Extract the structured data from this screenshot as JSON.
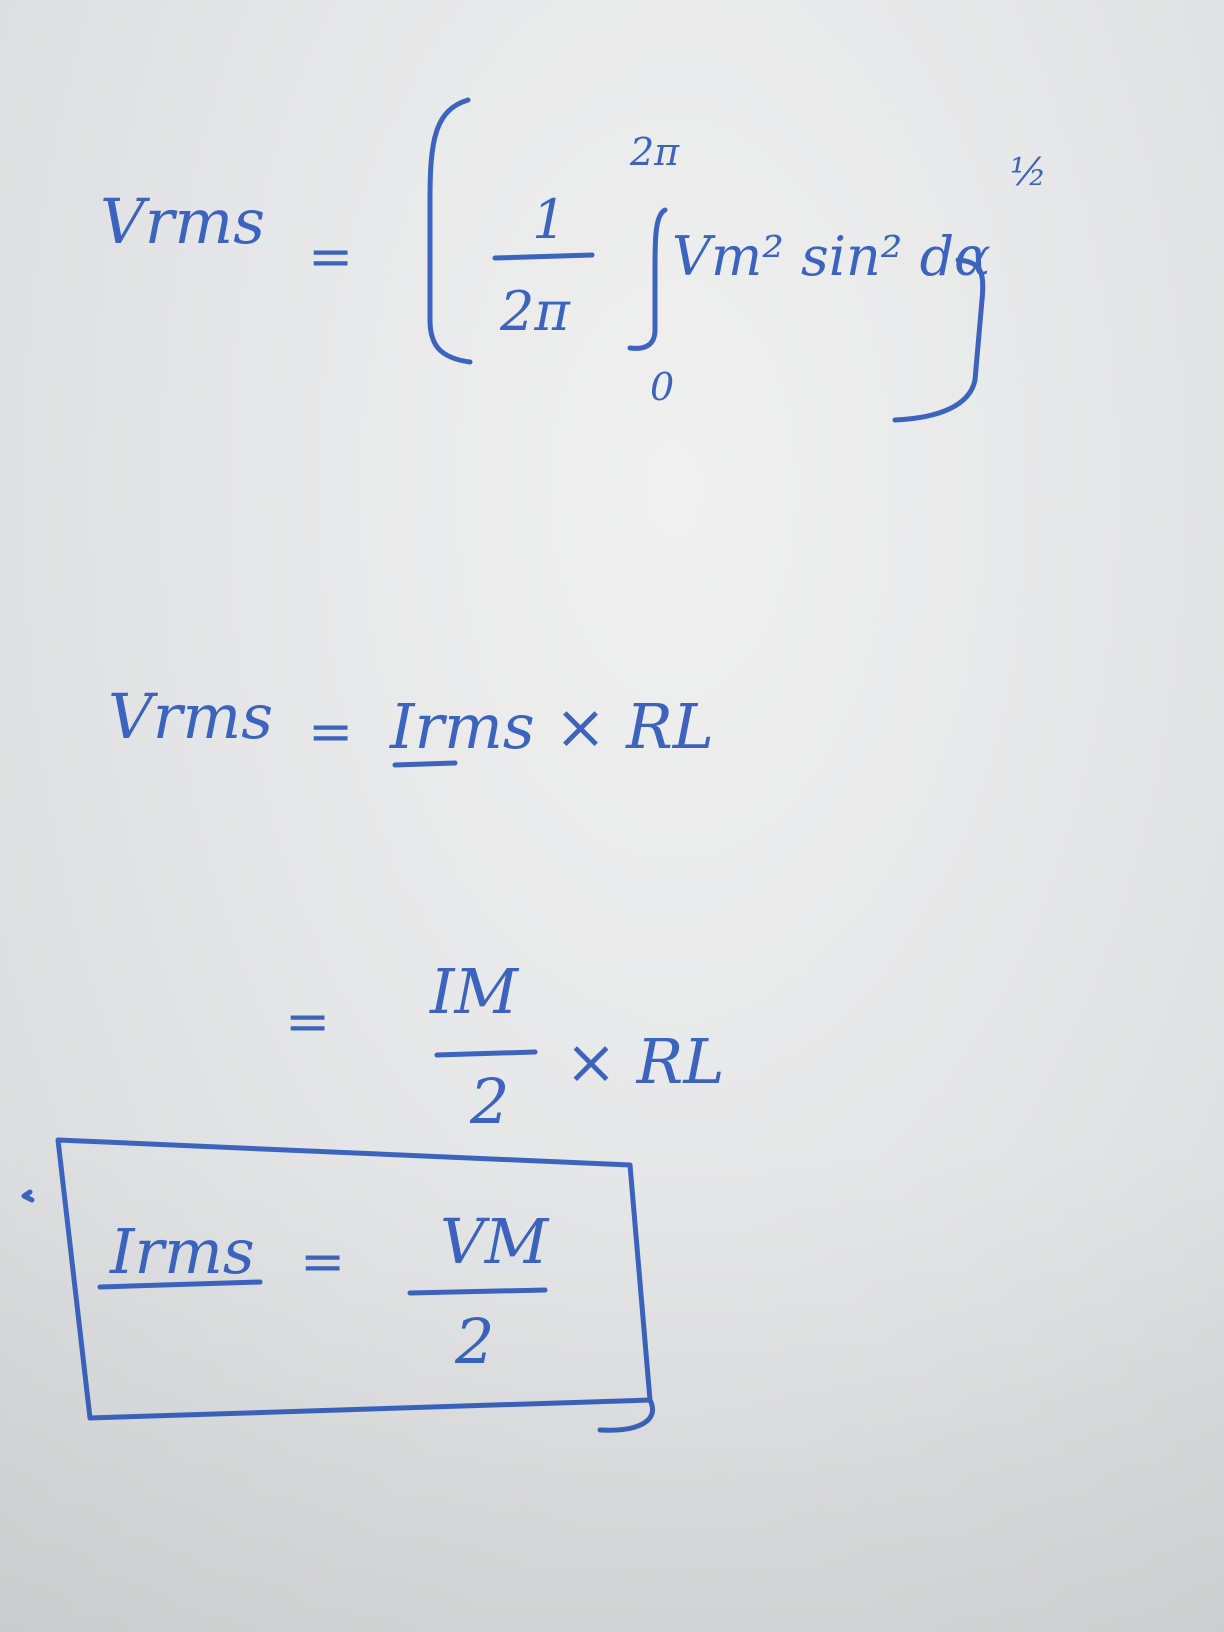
{
  "equation1": {
    "lhs": "Vrms",
    "equals": "=",
    "numerator": "1",
    "denominator": "2π",
    "upper_limit": "2π",
    "lower_limit": "0",
    "integrand": "Vm² sin² dα",
    "exponent": "½"
  },
  "equation2": {
    "lhs": "Vrms",
    "equals": "=",
    "rhs": "Irms × RL"
  },
  "equation3": {
    "equals": "=",
    "numerator": "IM",
    "denominator": "2",
    "times": "× RL"
  },
  "boxed_result": {
    "lhs": "Irms",
    "equals": "=",
    "numerator": "VM",
    "denominator": "2"
  },
  "colors": {
    "ink": "#3c64bf",
    "paper": "#e6e7e8"
  }
}
